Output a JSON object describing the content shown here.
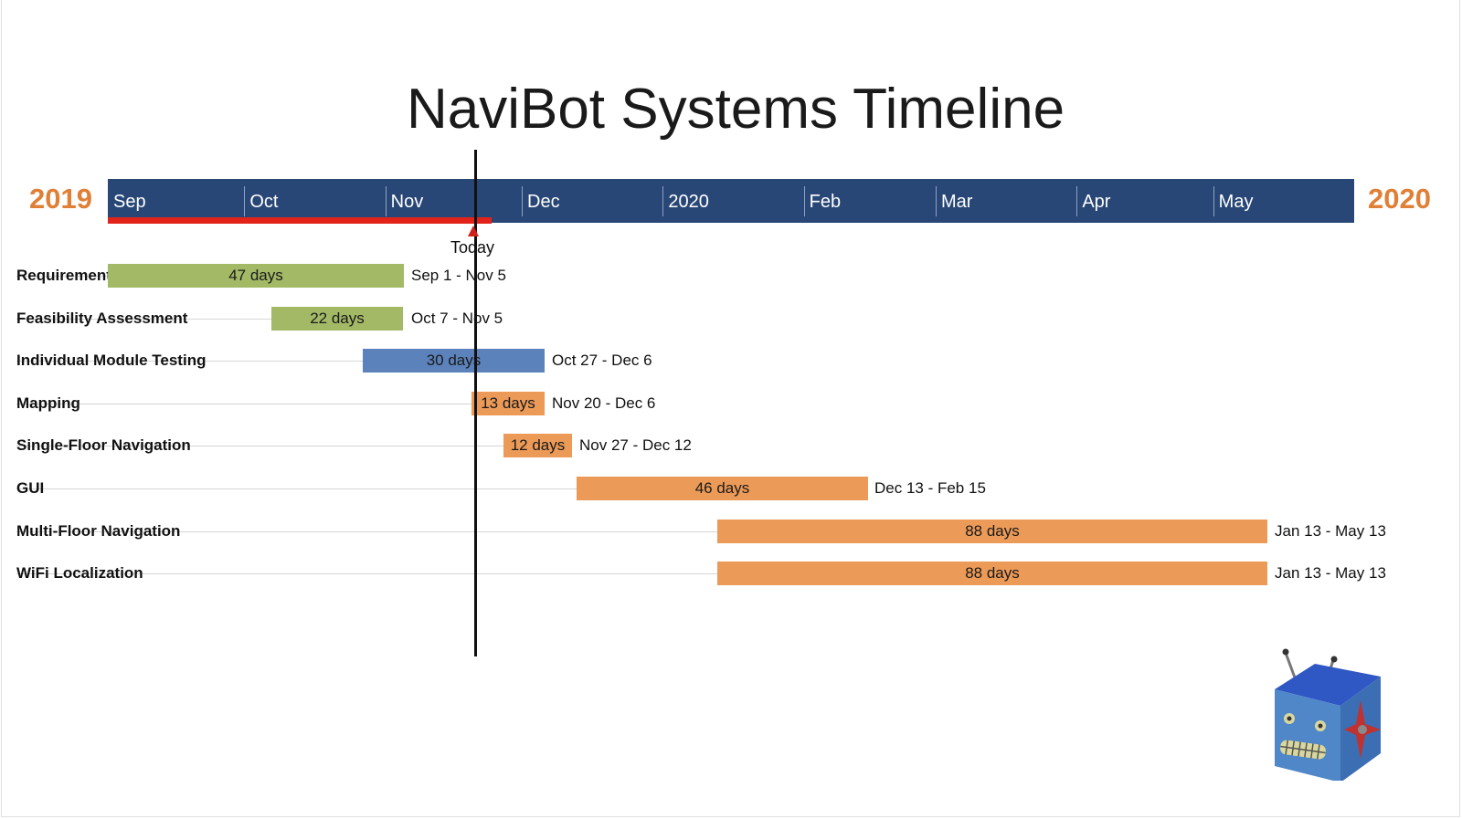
{
  "title": "NaviBot Systems Timeline",
  "year_start": "2019",
  "year_end": "2020",
  "today_label": "Today",
  "colors": {
    "axis": "#284776",
    "year": "#e07f36",
    "progress": "#e2231a",
    "green": "#a3b966",
    "blue": "#5b82bb",
    "orange": "#ec9a57"
  },
  "months": [
    "Sep",
    "Oct",
    "Nov",
    "Dec",
    "2020",
    "Feb",
    "Mar",
    "Apr",
    "May"
  ],
  "tasks": [
    {
      "name": "Requirements Gathering",
      "duration": "47 days",
      "range": "Sep 1 - Nov 5",
      "start": "2019-09-01",
      "end": "2019-11-05",
      "color": "#a3b966"
    },
    {
      "name": "Feasibility Assessment",
      "duration": "22 days",
      "range": "Oct 7 - Nov 5",
      "start": "2019-10-07",
      "end": "2019-11-05",
      "color": "#a3b966"
    },
    {
      "name": "Individual Module Testing",
      "duration": "30 days",
      "range": "Oct 27 - Dec 6",
      "start": "2019-10-27",
      "end": "2019-12-06",
      "color": "#5b82bb"
    },
    {
      "name": "Mapping",
      "duration": "13 days",
      "range": "Nov 20 - Dec 6",
      "start": "2019-11-20",
      "end": "2019-12-06",
      "color": "#ec9a57"
    },
    {
      "name": "Single-Floor Navigation",
      "duration": "12 days",
      "range": "Nov 27 - Dec 12",
      "start": "2019-11-27",
      "end": "2019-12-12",
      "color": "#ec9a57"
    },
    {
      "name": "GUI",
      "duration": "46 days",
      "range": "Dec 13 - Feb 15",
      "start": "2019-12-13",
      "end": "2020-02-15",
      "color": "#ec9a57"
    },
    {
      "name": "Multi-Floor Navigation",
      "duration": "88 days",
      "range": "Jan 13 - May 13",
      "start": "2020-01-13",
      "end": "2020-05-13",
      "color": "#ec9a57"
    },
    {
      "name": "WiFi Localization",
      "duration": "88 days",
      "range": "Jan 13 - May 13",
      "start": "2020-01-13",
      "end": "2020-05-13",
      "color": "#ec9a57"
    }
  ]
}
